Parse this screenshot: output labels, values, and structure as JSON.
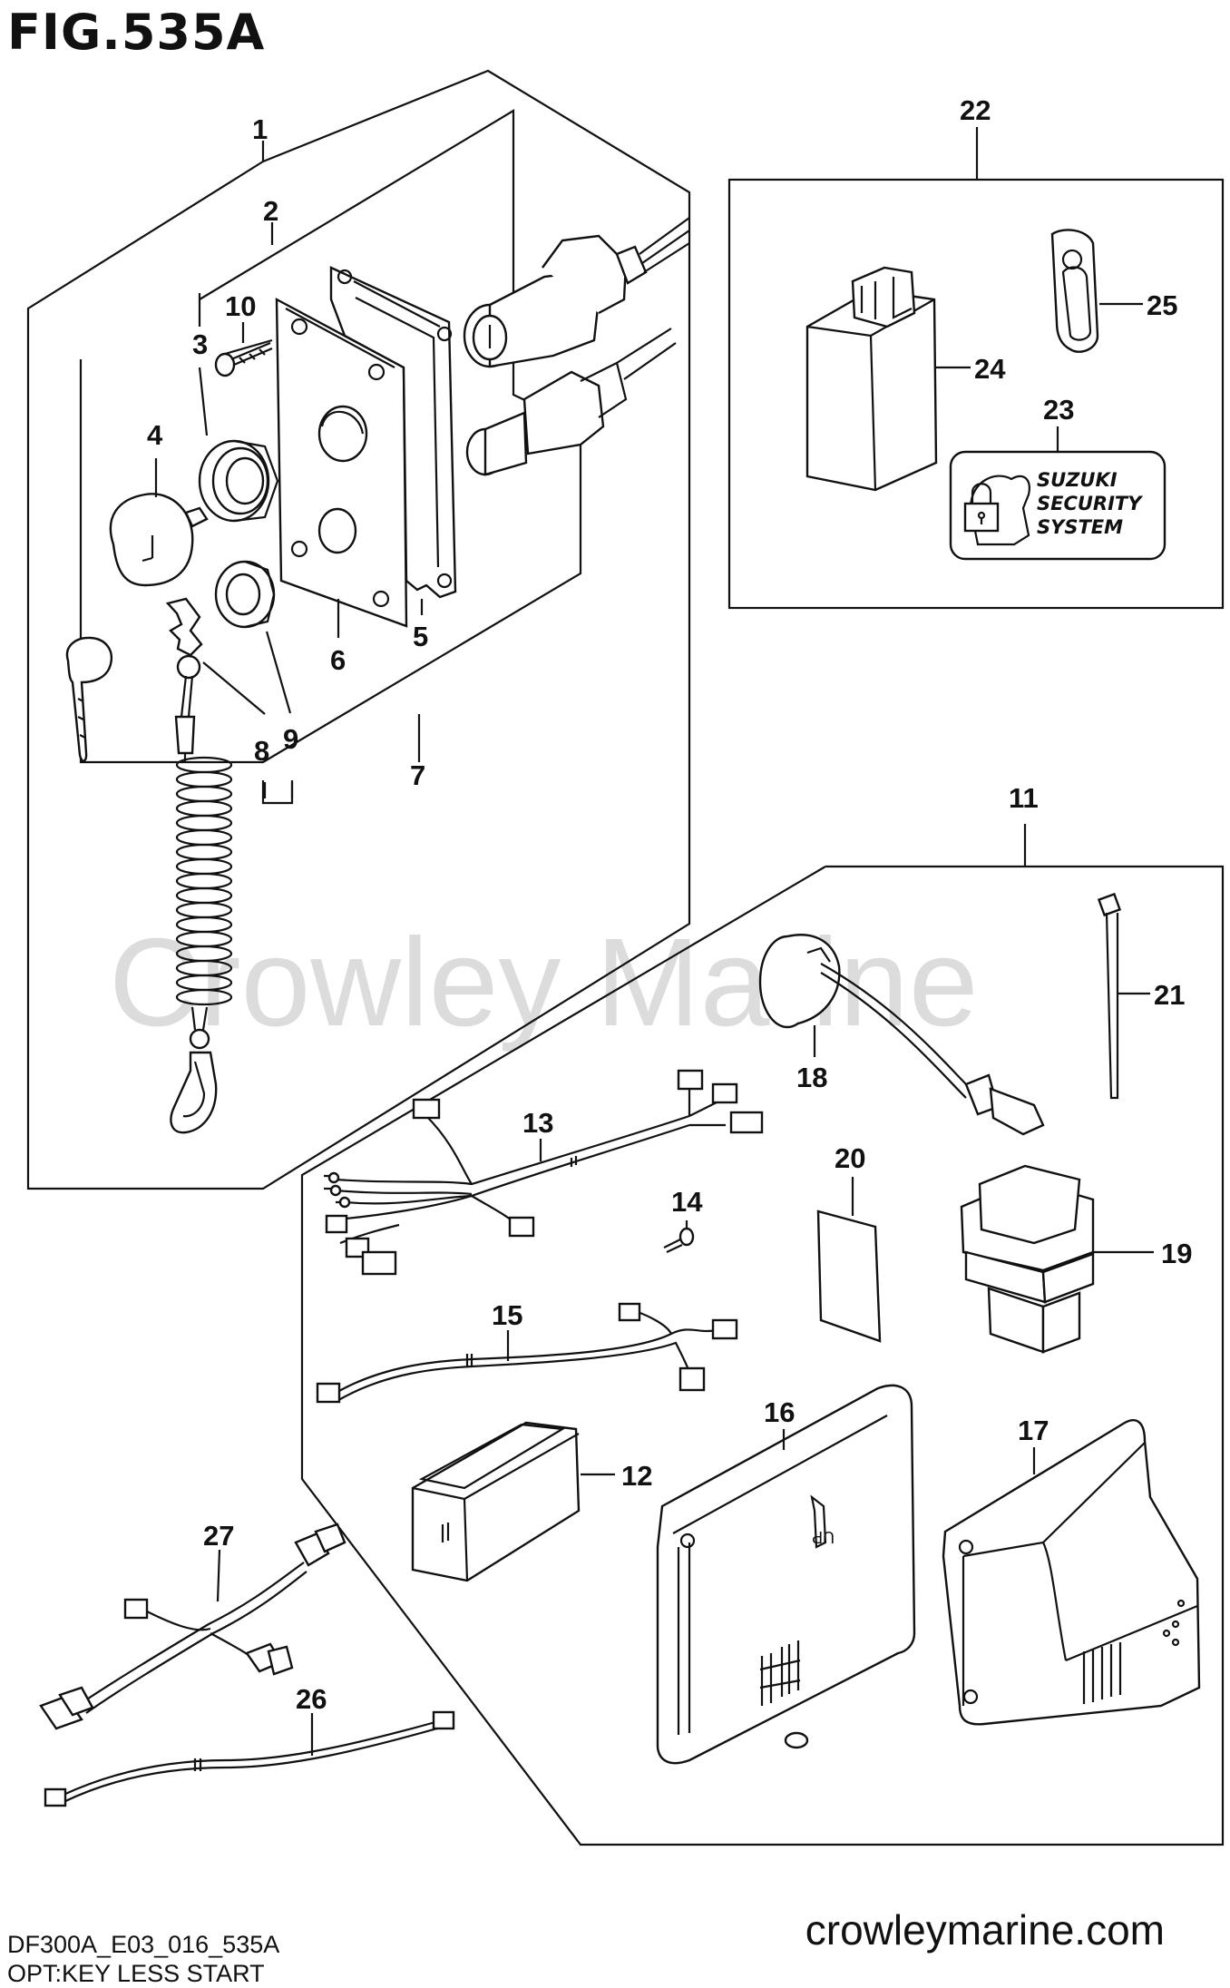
{
  "figure": {
    "title": "FIG.535A",
    "code": "DF300A_E03_016_535A",
    "description": "OPT:KEY LESS START",
    "website": "crowleymarine.com",
    "watermark": "Crowley Marine"
  },
  "security_label": {
    "line1": "SUZUKI",
    "line2": "SECURITY",
    "line3": "SYSTEM"
  },
  "parts": {
    "p1": "1",
    "p2": "2",
    "p3": "3",
    "p4": "4",
    "p5": "5",
    "p6": "6",
    "p7": "7",
    "p8": "8",
    "p9": "9",
    "p10": "10",
    "p11": "11",
    "p12": "12",
    "p13": "13",
    "p14": "14",
    "p15": "15",
    "p16": "16",
    "p17": "17",
    "p18": "18",
    "p19": "19",
    "p20": "20",
    "p21": "21",
    "p22": "22",
    "p23": "23",
    "p24": "24",
    "p25": "25",
    "p26": "26",
    "p27": "27"
  },
  "embossed_text": {
    "up": "UP"
  }
}
